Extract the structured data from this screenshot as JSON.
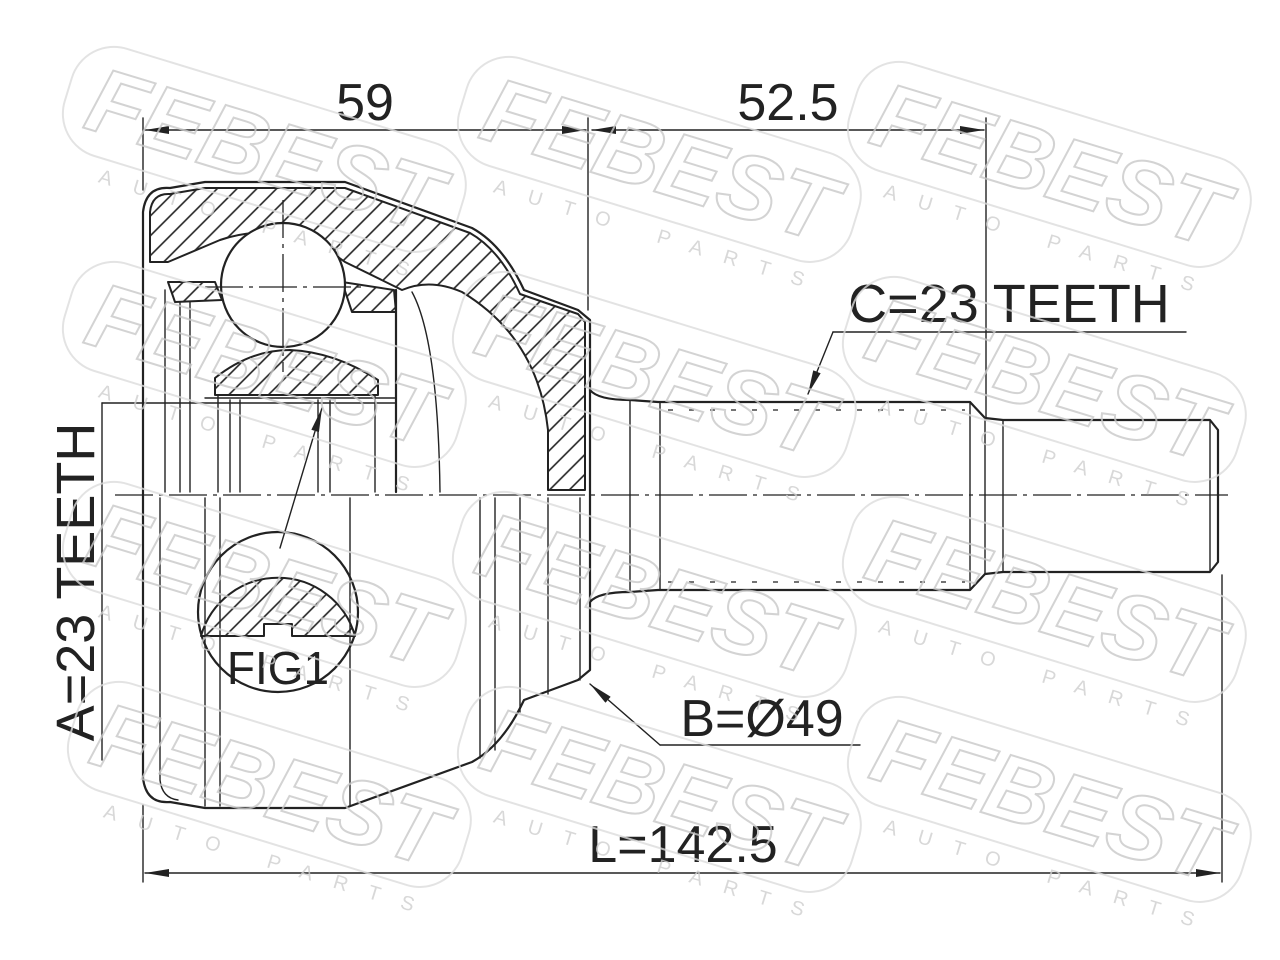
{
  "dimensions": {
    "joint_length": "59",
    "shaft_length": "52.5",
    "overall_length": "L=142.5"
  },
  "callouts": {
    "inner_spline": "A=23 TEETH",
    "outer_spline": "C=23 TEETH",
    "abs_diameter": "B=Ø49",
    "figure": "FIG1"
  },
  "watermark": {
    "brand": "FEBEST",
    "tagline": "AUTO PARTS"
  },
  "colors": {
    "line": "#222222",
    "watermark": "#c9c9c9",
    "background": "#ffffff"
  }
}
